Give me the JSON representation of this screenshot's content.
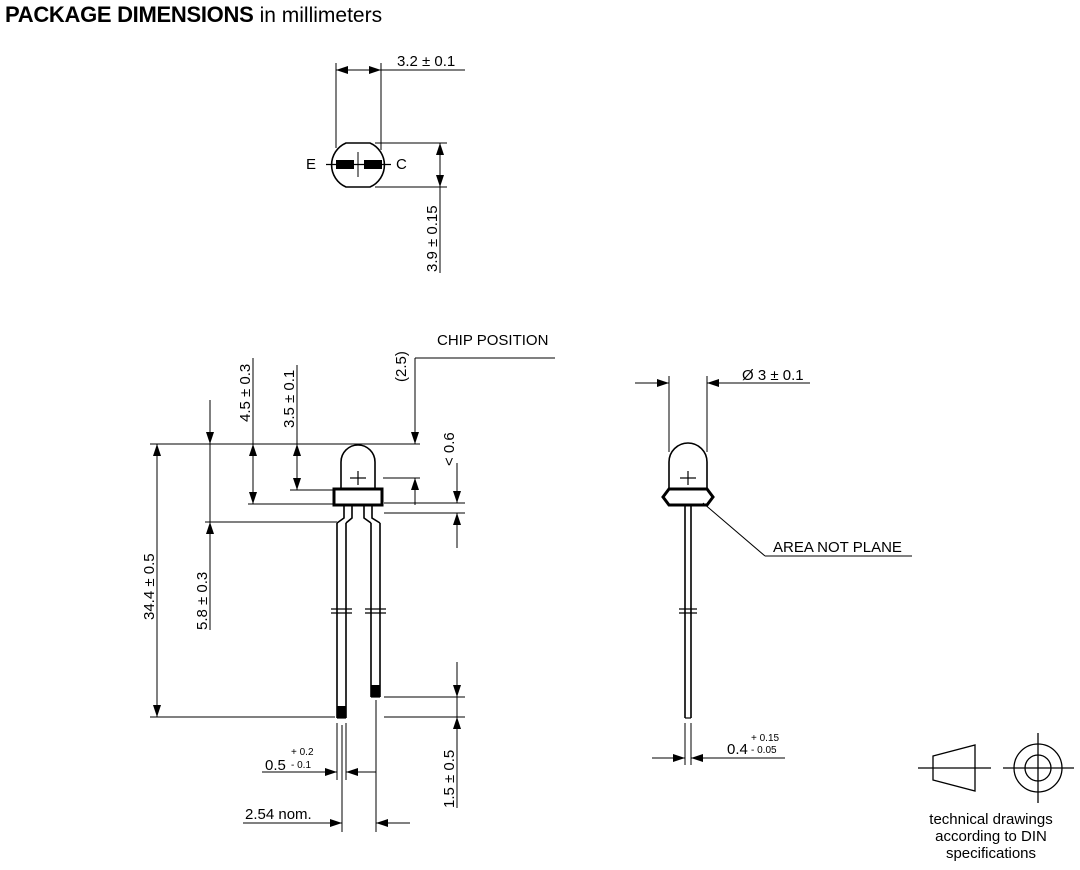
{
  "title": {
    "bold": "PACKAGE DIMENSIONS",
    "unit": "in millimeters"
  },
  "top_view": {
    "width": "3.2 ± 0.1",
    "height": "3.9 ± 0.15",
    "pin_left": "E",
    "pin_right": "C"
  },
  "side_view": {
    "chip_position": "CHIP POSITION",
    "chip_offset": "(2.5)",
    "total_length": "34.4 ± 0.5",
    "lens_height": "4.5 ± 0.3",
    "dome_height": "3.5 ± 0.1",
    "flange_gap": "< 0.6",
    "lead_bend": "5.8 ± 0.3",
    "lead_offset": "1.5 ± 0.5",
    "lead_width": "0.5",
    "lead_width_plus": "+ 0.2",
    "lead_width_minus": "- 0.1",
    "pitch": "2.54 nom."
  },
  "front_view": {
    "diameter": "Ø 3 ± 0.1",
    "area_note": "AREA NOT PLANE",
    "lead_thickness": "0.4",
    "lead_thickness_plus": "+ 0.15",
    "lead_thickness_minus": "- 0.05"
  },
  "din_note": {
    "line1": "technical drawings",
    "line2": "according to DIN",
    "line3": "specifications"
  }
}
